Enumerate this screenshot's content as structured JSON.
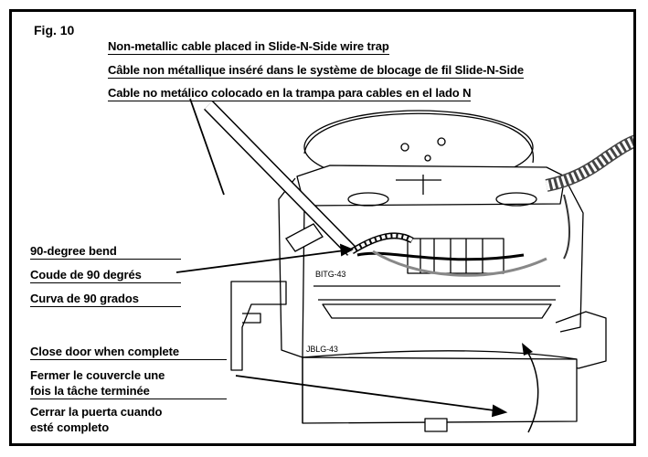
{
  "figure": {
    "label": "Fig. 10"
  },
  "cable_callout": [
    "Non-metallic cable placed in Slide-N-Side wire trap",
    "Câble non métallique inséré dans le système de blocage de fil Slide-N-Side",
    "Cable no metálico colocado en la trampa para cables en el lado N"
  ],
  "bend_callout": [
    "90-degree bend",
    "Coude de 90 degrés",
    "Curva de 90 grados"
  ],
  "door_callout": {
    "en": "Close door when complete",
    "fr_line1": "Fermer le couvercle une",
    "fr_line2": "fois la tâche terminée",
    "es_line1": "Cerrar la puerta cuando",
    "es_line2": "esté completo"
  },
  "part_markings": {
    "upper": "BITG-43",
    "lower": "JBLG-43"
  }
}
